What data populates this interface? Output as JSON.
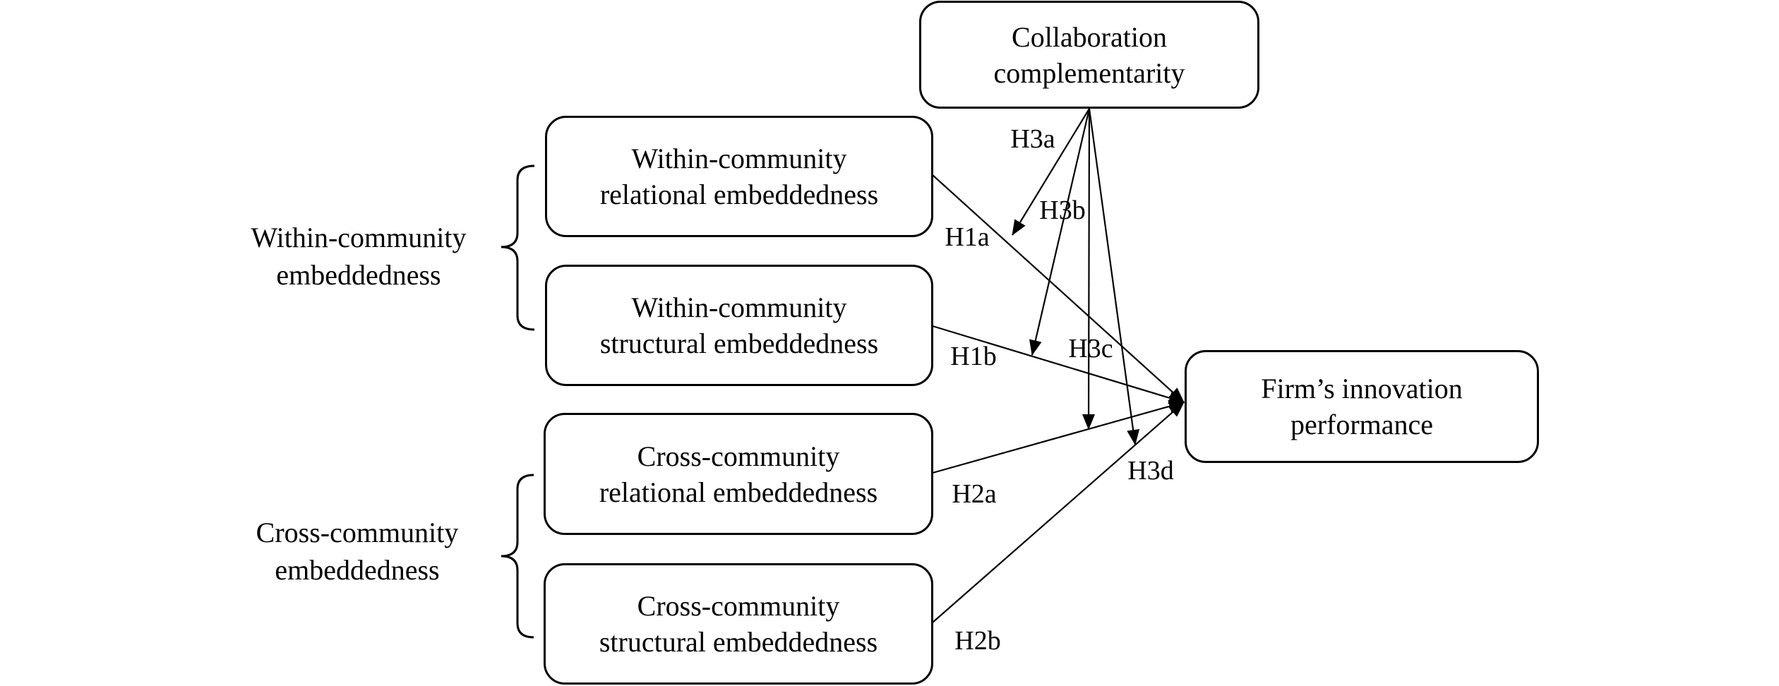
{
  "nodes": {
    "collab": {
      "line1": "Collaboration",
      "line2": "complementarity"
    },
    "wcr": {
      "line1": "Within-community",
      "line2": "relational embeddedness"
    },
    "wcs": {
      "line1": "Within-community",
      "line2": "structural embeddedness"
    },
    "ccr": {
      "line1": "Cross-community",
      "line2": "relational embeddedness"
    },
    "ccs": {
      "line1": "Cross-community",
      "line2": "structural embeddedness"
    },
    "firm": {
      "line1": "Firm’s innovation",
      "line2": "performance"
    }
  },
  "groups": {
    "within": {
      "line1": "Within-community",
      "line2": "embeddedness"
    },
    "cross": {
      "line1": "Cross-community",
      "line2": "embeddedness"
    }
  },
  "hypotheses": {
    "H1a": "H1a",
    "H1b": "H1b",
    "H2a": "H2a",
    "H2b": "H2b",
    "H3a": "H3a",
    "H3b": "H3b",
    "H3c": "H3c",
    "H3d": "H3d"
  },
  "edges": [
    {
      "from": "wcr",
      "to": "firm",
      "label": "H1a"
    },
    {
      "from": "wcs",
      "to": "firm",
      "label": "H1b"
    },
    {
      "from": "ccr",
      "to": "firm",
      "label": "H2a"
    },
    {
      "from": "ccs",
      "to": "firm",
      "label": "H2b"
    },
    {
      "from": "collab",
      "to": "H1a-path",
      "label": "H3a"
    },
    {
      "from": "collab",
      "to": "H1b-path",
      "label": "H3b"
    },
    {
      "from": "collab",
      "to": "H2a-path",
      "label": "H3c"
    },
    {
      "from": "collab",
      "to": "H2b-path",
      "label": "H3d"
    }
  ]
}
